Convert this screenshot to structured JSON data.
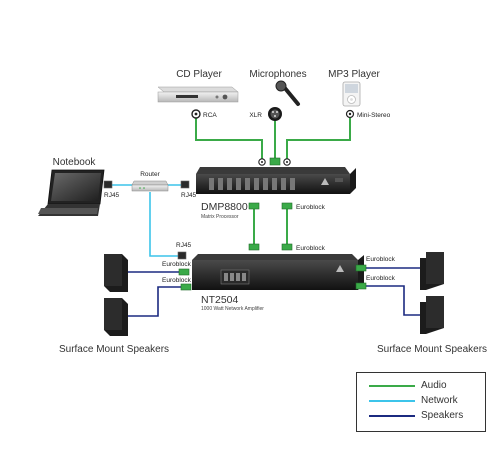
{
  "devices": {
    "cd_player": "CD Player",
    "microphones": "Microphones",
    "mp3_player": "MP3 Player",
    "notebook": "Notebook",
    "router": "Router",
    "processor_model": "DMP8800",
    "processor_desc": "Matrix Processor",
    "amp_model": "NT2504",
    "amp_desc": "1000 Watt Network Amplifier",
    "speakers_left": "Surface Mount Speakers",
    "speakers_right": "Surface Mount Speakers"
  },
  "connectors": {
    "rca": "RCA",
    "xlr": "XLR",
    "mini_stereo": "Mini-Stereo",
    "rj45_notebook": "RJ45",
    "rj45_router": "RJ45",
    "rj45_amp": "RJ45",
    "euroblock_processor": "Euroblock",
    "euroblock_amp_in": "Euroblock",
    "euroblock_left_top": "Euroblock",
    "euroblock_left_bottom": "Euroblock",
    "euroblock_right_top": "Euroblock",
    "euroblock_right_bottom": "Euroblock"
  },
  "legend": {
    "items": [
      {
        "label": "Audio",
        "color": "#3aaa48"
      },
      {
        "label": "Network",
        "color": "#3cc4ea"
      },
      {
        "label": "Speakers",
        "color": "#1b2a80"
      }
    ]
  }
}
